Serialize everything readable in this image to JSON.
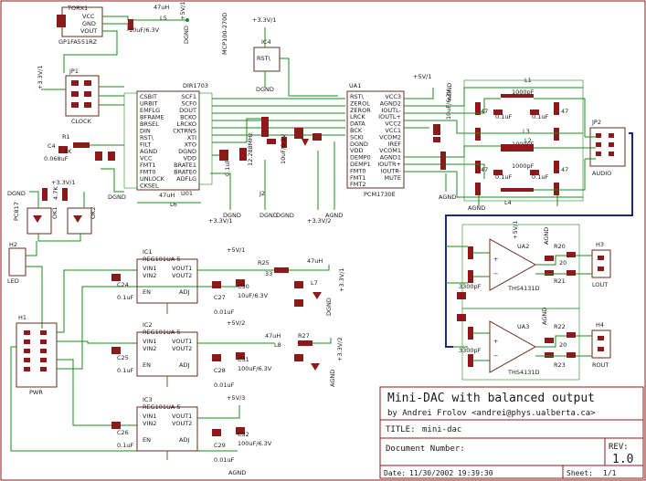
{
  "sheet": {
    "project_title": "Mini-DAC with balanced output",
    "author": "by Andrei Frolov <andrei@phys.ualberta.ca>",
    "title_label": "TITLE:",
    "title_value": "mini-dac",
    "document_label": "Document Number:",
    "rev_label": "REV:",
    "rev_value": "1.0",
    "date_label": "Date:",
    "date_value": "11/30/2002 19:39:30",
    "sheet_label": "Sheet:",
    "sheet_value": "1/1"
  },
  "components": {
    "torx": {
      "ref": "TORX1",
      "part": "GP1FA551RZ",
      "pins": [
        "VCC",
        "GND",
        "VOUT"
      ]
    },
    "jp1": {
      "ref": "JP1",
      "label": "CLOCK"
    },
    "dir": {
      "ref": "DIR1703",
      "unit": "U01",
      "left_pins": [
        "CSBIT",
        "URBIT",
        "EMFLG",
        "BFRAME",
        "BRSEL",
        "DIN",
        "RST\\",
        "FILT",
        "AGND",
        "VCC",
        "FMT1",
        "FMT0",
        "UNLOCK",
        "CKSEL"
      ],
      "right_pins": [
        "SCF1",
        "SCF0",
        "DOUT",
        "BCKO",
        "LRCKO",
        "CKTRNS",
        "XTI",
        "XTO",
        "DGND",
        "VDD",
        "BRATE1",
        "BRATE0",
        "ADFLG"
      ]
    },
    "pcm": {
      "ref": "UA1",
      "part": "PCM1730E",
      "left_pins": [
        "RST\\",
        "ZEROL",
        "ZEROR",
        "LRCK",
        "DATA",
        "BCK",
        "SCKI",
        "DGND",
        "VDD",
        "DEMP0",
        "DEMP1",
        "FMT0",
        "FMT1",
        "FMT2"
      ],
      "right_pins": [
        "VCC3",
        "AGND2",
        "IOUTL-",
        "IOUTL+",
        "VCC2",
        "VCC1",
        "VCOM2",
        "IREF",
        "VCOM1",
        "AGND1",
        "IOUTR+",
        "IOUTR-",
        "MUTE"
      ]
    },
    "ic4": {
      "ref": "IC4",
      "part": "MCP100-270D",
      "pin": "RST\\"
    },
    "ic1": {
      "ref": "IC1",
      "part": "REG101UA-5",
      "pins": [
        "VIN1",
        "VIN2",
        "EN",
        "VOUT1",
        "VOUT2",
        "ADJ"
      ]
    },
    "ic2": {
      "ref": "IC2",
      "part": "REG101UA-5",
      "pins": [
        "VIN1",
        "VIN2",
        "EN",
        "VOUT1",
        "VOUT2",
        "ADJ"
      ]
    },
    "ic3": {
      "ref": "IC3",
      "part": "REG101UA-5",
      "pins": [
        "VIN1",
        "VIN2",
        "EN",
        "VOUT1",
        "VOUT2",
        "ADJ"
      ]
    },
    "ua2": {
      "ref": "UA2",
      "part": "THS4131D"
    },
    "ua3": {
      "ref": "UA3",
      "part": "THS4131D"
    },
    "jp2": {
      "ref": "JP2",
      "label": "AUDIO"
    },
    "h1": {
      "ref": "H1",
      "label": "PWR"
    },
    "h2": {
      "ref": "H2",
      "label": "LED"
    },
    "h3": {
      "ref": "H3",
      "label": "LOUT"
    },
    "h4": {
      "ref": "H4",
      "label": "ROUT"
    }
  },
  "labels": {
    "l5": "L5",
    "l5_val": "47uH",
    "c_torx": "10uF/6.3V",
    "vdd_top": "+5V/1",
    "dgnd": "DGND",
    "agnd": "AGND",
    "v33_1": "+3.3V/1",
    "v33_2": "+3.3V/2",
    "v5_2": "+5V/2",
    "v5_3": "+5V/3",
    "v5_1": "+5V/1",
    "c4": "C4",
    "c4_val": "0.068uF",
    "r1": "R1",
    "r1_val": "3K",
    "l6": "L6",
    "l6_val": "47uH",
    "j2": "J2",
    "r25": "R25",
    "r25_val": "33",
    "l7": "L7",
    "l7_val": "47uH",
    "c30": "C30",
    "c30_val": "10uF/6.3V",
    "c27": "C27",
    "c27_val": "0.01uF",
    "c24": "C24",
    "c24_val": "0.1uF",
    "r27": "R27",
    "l8": "L8",
    "l8_val": "47uH",
    "c31": "C31",
    "c31_val": "100uF/6.3V",
    "c28": "C28",
    "c28_val": "0.01uF",
    "c25": "C25",
    "c25_val": "0.1uF",
    "c32": "C32",
    "c32_val": "100uF/6.3V",
    "c29": "C29",
    "c29_val": "0.01uF",
    "c26": "C26",
    "c26_val": "0.1uF",
    "l1": "L1",
    "l2": "L2",
    "l3": "L3",
    "l4": "L4",
    "l_val": "1000pF",
    "c_pair": "0.1uF",
    "r_47": "47",
    "r20": "R20",
    "r21": "R21",
    "r22": "R22",
    "r23": "R23",
    "v_520": "3300pF",
    "r_20": "20",
    "pc817": "PC817",
    "d_led1": "OK1",
    "d_led2": "OK2",
    "r_4k7": "4.7K"
  }
}
